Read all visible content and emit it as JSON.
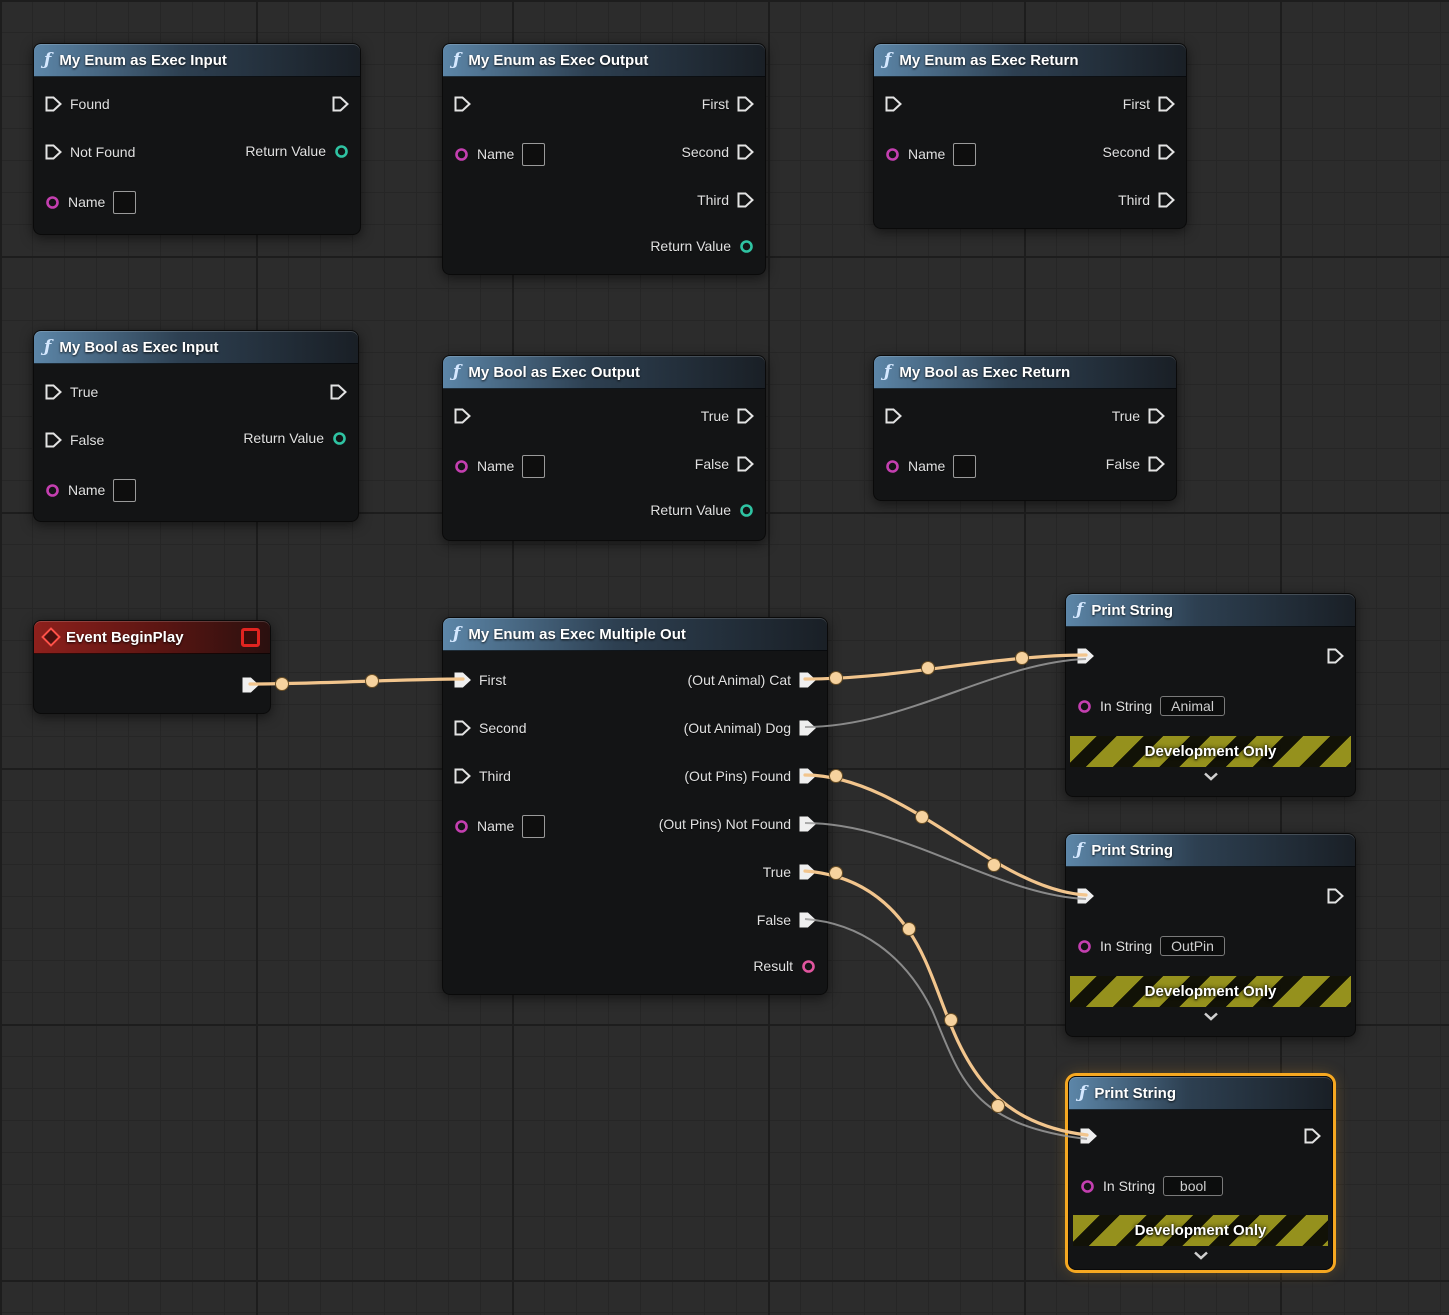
{
  "colors": {
    "wire_exec_active": "#f2c58d",
    "wire_exec": "#9b9b9b",
    "pin_exec": "#e8e8e8",
    "pin_enum": "#2fc3a2",
    "pin_name": "#c43fb0",
    "pin_result": "#e0559e",
    "selection": "#f6a821",
    "header_function": "#5c88ab",
    "header_event": "#8e201c",
    "banner_yellow": "#95911d"
  },
  "icons": {
    "function": "ƒ"
  },
  "nodes": {
    "enum_input": {
      "title": "My Enum as Exec Input",
      "pins": {
        "found": "Found",
        "not_found": "Not Found",
        "name": "Name",
        "return_value": "Return Value"
      }
    },
    "enum_output": {
      "title": "My Enum as Exec Output",
      "pins": {
        "name": "Name",
        "first": "First",
        "second": "Second",
        "third": "Third",
        "return_value": "Return Value"
      }
    },
    "enum_return": {
      "title": "My Enum as Exec Return",
      "pins": {
        "name": "Name",
        "first": "First",
        "second": "Second",
        "third": "Third"
      }
    },
    "bool_input": {
      "title": "My Bool as Exec Input",
      "pins": {
        "true": "True",
        "false": "False",
        "name": "Name",
        "return_value": "Return Value"
      }
    },
    "bool_output": {
      "title": "My Bool as Exec Output",
      "pins": {
        "name": "Name",
        "true": "True",
        "false": "False",
        "return_value": "Return Value"
      }
    },
    "bool_return": {
      "title": "My Bool as Exec Return",
      "pins": {
        "name": "Name",
        "true": "True",
        "false": "False"
      }
    },
    "event_begin_play": {
      "title": "Event BeginPlay"
    },
    "multiple_out": {
      "title": "My Enum as Exec Multiple Out",
      "pins": {
        "first": "First",
        "second": "Second",
        "third": "Third",
        "name": "Name",
        "out_cat": "(Out Animal) Cat",
        "out_dog": "(Out Animal) Dog",
        "out_found": "(Out Pins) Found",
        "out_not_found": "(Out Pins) Not Found",
        "true": "True",
        "false": "False",
        "result": "Result"
      }
    },
    "print_animal": {
      "title": "Print String",
      "in_label": "In String",
      "value": "Animal",
      "banner": "Development Only"
    },
    "print_outpin": {
      "title": "Print String",
      "in_label": "In String",
      "value": "OutPin",
      "banner": "Development Only"
    },
    "print_bool": {
      "title": "Print String",
      "in_label": "In String",
      "value": "bool",
      "banner": "Development Only"
    }
  }
}
